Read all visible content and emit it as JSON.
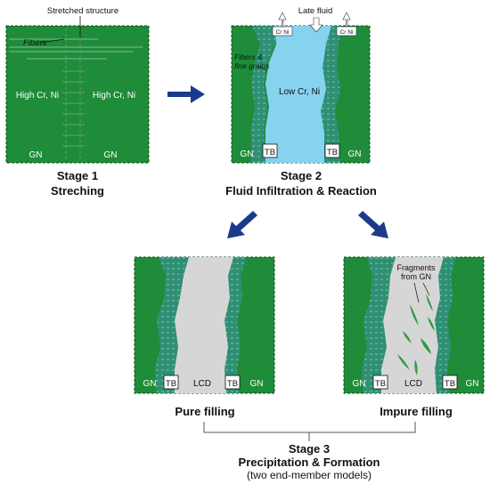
{
  "panels": {
    "stage1": {
      "top_label": "Stretched structure",
      "fibers_label": "Fibers",
      "left_label": "High Cr, Ni",
      "right_label": "High Cr, Ni",
      "gn_left": "GN",
      "gn_right": "GN"
    },
    "stage2": {
      "late_fluid": "Late fluid",
      "crni_left": "Cr Ni",
      "crni_right": "Cr Ni",
      "fibers_line1": "Fibers &",
      "fibers_line2": "fine grains",
      "center_label": "Low Cr, Ni",
      "gn_left": "GN",
      "tb_left": "TB",
      "tb_right": "TB",
      "gn_right": "GN"
    },
    "stage3_pure": {
      "gn_left": "GN",
      "tb_left": "TB",
      "center": "LCD",
      "tb_right": "TB",
      "gn_right": "GN"
    },
    "stage3_impure": {
      "fragments_line1": "Fragments",
      "fragments_line2": "from GN",
      "gn_left": "GN",
      "tb_left": "TB",
      "center": "LCD",
      "tb_right": "TB",
      "gn_right": "GN"
    }
  },
  "captions": {
    "stage1_title": "Stage 1",
    "stage1_sub": "Streching",
    "stage2_title": "Stage 2",
    "stage2_sub": "Fluid Infiltration & Reaction",
    "pure": "Pure filling",
    "impure": "Impure filling",
    "stage3_title": "Stage 3",
    "stage3_sub": "Precipitation & Formation",
    "stage3_note": "(two end-member models)"
  },
  "colors": {
    "green": "#1f8c3a",
    "teal": "#2e8f74",
    "fluid": "#86d3f0",
    "lcd": "#d6d6d6",
    "arrow": "#1b3a8c"
  }
}
